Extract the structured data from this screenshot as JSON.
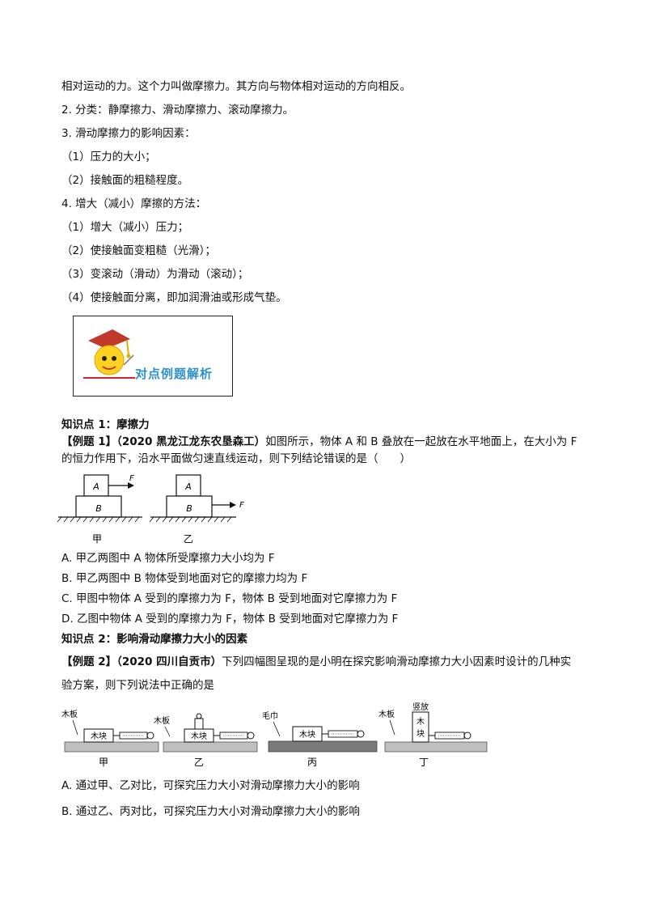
{
  "lines": {
    "l1": "相对运动的力。这个力叫做摩擦力。其方向与物体相对运动的方向相反。",
    "l2": "2. 分类：静摩擦力、滑动摩擦力、滚动摩擦力。",
    "l3": "3. 滑动摩擦力的影响因素：",
    "l4": "（1）压力的大小；",
    "l5": "（2）接触面的粗糙程度。",
    "l6": "4. 增大（减小）摩擦的方法：",
    "l7": "（1）增大（减小）压力；",
    "l8": "（2）使接触面变粗糙（光滑）；",
    "l9": "（3）变滚动（滑动）为滑动（滚动）；",
    "l10": "（4）使接触面分离，即加润滑油或形成气垫。"
  },
  "banner": {
    "text": "对点例题解析"
  },
  "k1": {
    "title": "知识点 1：摩擦力",
    "tag": "【例题 1】（2020 黑龙江龙东农垦森工）",
    "stem1": "如图所示，物体 A 和 B 叠放在一起放在水平地面上，在大小为 F",
    "stem2": "的恒力作用下，沿水平面做匀速直线运动，则下列结论错误的是（　　）",
    "fig": {
      "a": "A",
      "b": "B",
      "f": "F",
      "jia": "甲",
      "yi": "乙"
    },
    "optA": "A. 甲乙两图中 A 物体所受摩擦力大小均为 F",
    "optB": "B. 甲乙两图中 B 物体受到地面对它的摩擦力均为 F",
    "optC": "C. 甲图中物体 A 受到的摩擦力为 F，物体 B 受到地面对它摩擦力为 F",
    "optD": "D. 乙图中物体 A 受到的摩擦力为 F，物体 B 受到地面对它摩擦力为 F"
  },
  "k2": {
    "title": "知识点 2：影响滑动摩擦力大小的因素",
    "tag": "【例题 2】（2020 四川自贡市）",
    "stem1": "下列四幅图呈现的是小明在探究影响滑动摩擦力大小因素时设计的几种实",
    "stem2": "验方案，则下列说法中正确的是",
    "fig": {
      "muban": "木板",
      "mukuai": "木块",
      "maojin": "毛巾",
      "shufang": "竖放",
      "mu": "木",
      "kuai": "块",
      "jia": "甲",
      "yi": "乙",
      "bing": "丙",
      "ding": "丁"
    },
    "optA": "A. 通过甲、乙对比，可探究压力大小对滑动摩擦力大小的影响",
    "optB": "B. 通过乙、丙对比，可探究压力大小对滑动摩擦力大小的影响"
  }
}
